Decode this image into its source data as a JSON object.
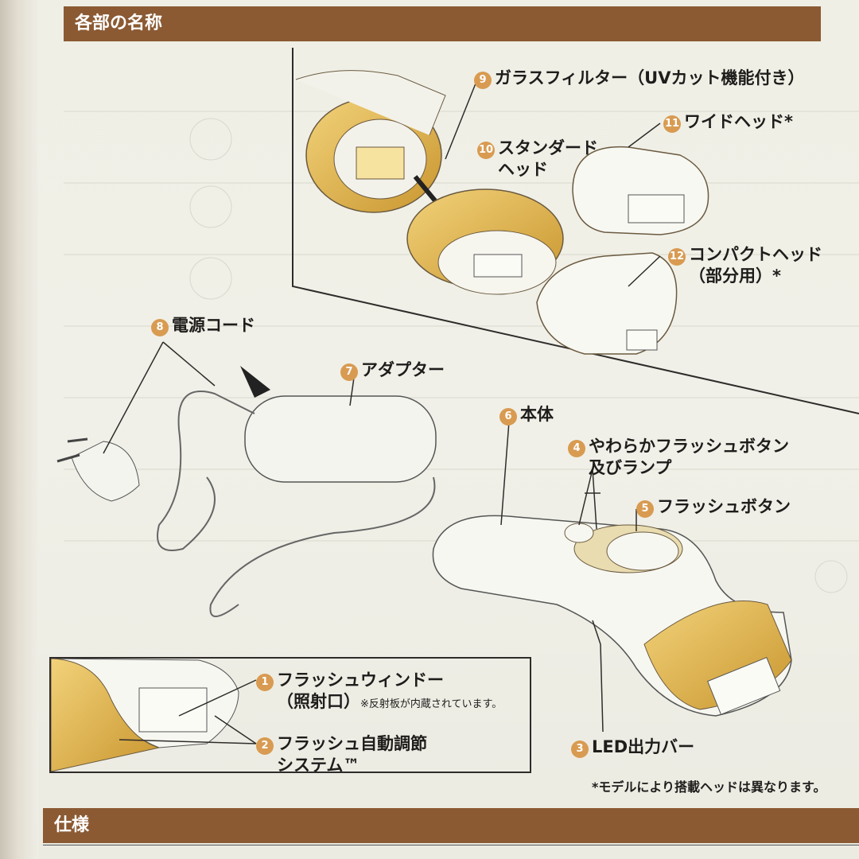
{
  "sections": {
    "parts_title": "各部の名称",
    "spec_title": "仕様"
  },
  "parts": [
    {
      "num": "1",
      "label": "フラッシュウィンドー",
      "label2": "（照射口）",
      "note": "※反射板が内蔵されています。"
    },
    {
      "num": "2",
      "label": "フラッシュ自動調節",
      "label2": "システム™"
    },
    {
      "num": "3",
      "label": "LED出力バー"
    },
    {
      "num": "4",
      "label": "やわらかフラッシュボタン",
      "label2": "及びランプ"
    },
    {
      "num": "5",
      "label": "フラッシュボタン"
    },
    {
      "num": "6",
      "label": "本体"
    },
    {
      "num": "7",
      "label": "アダプター"
    },
    {
      "num": "8",
      "label": "電源コード"
    },
    {
      "num": "9",
      "label": "ガラスフィルター（UVカット機能付き）"
    },
    {
      "num": "10",
      "label": "スタンダード",
      "label2": "ヘッド"
    },
    {
      "num": "11",
      "label": "ワイドヘッド*"
    },
    {
      "num": "12",
      "label": "コンパクトヘッド",
      "label2": "（部分用）*"
    }
  ],
  "footnote": "*モデルにより搭載ヘッドは異なります。",
  "colors": {
    "header": "#8b5a33",
    "badge": "#d89b51",
    "gold": "#d9b24a"
  }
}
